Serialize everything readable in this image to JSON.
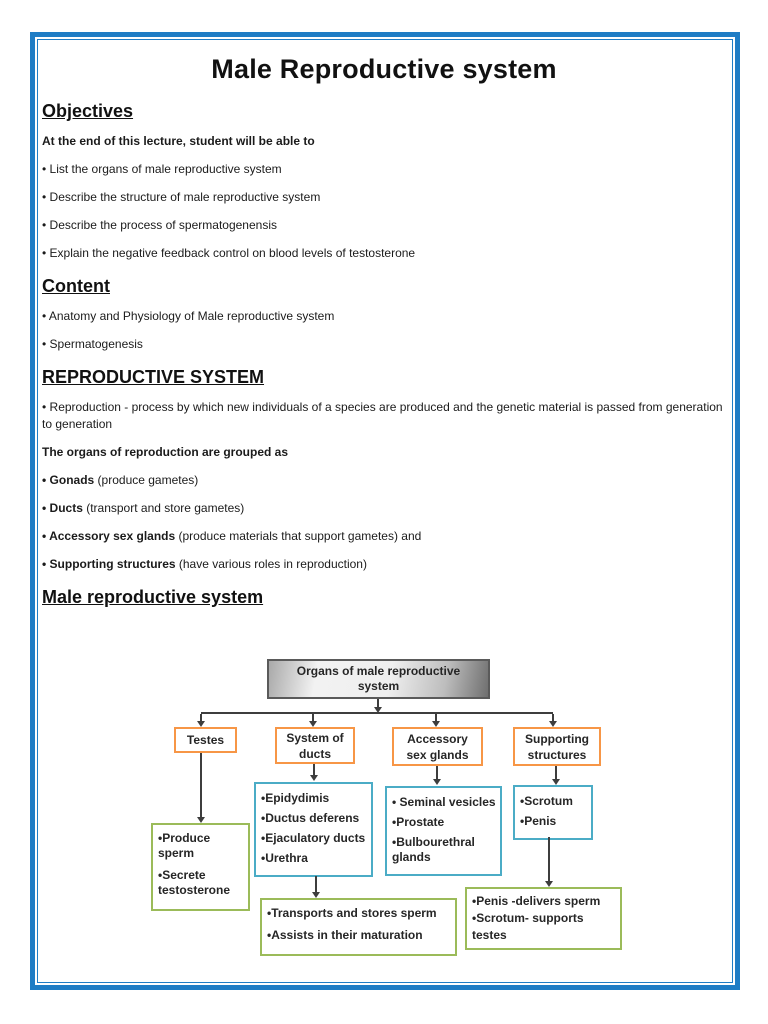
{
  "title": "Male Reproductive system",
  "objectives": {
    "heading": "Objectives",
    "intro": "At the end of this lecture, student will be able to",
    "items": [
      "• List the organs of male reproductive system",
      "• Describe the structure of male reproductive system",
      "• Describe the process of spermatogenensis",
      "• Explain the negative feedback control on blood levels of testosterone"
    ]
  },
  "content_section": {
    "heading": "Content",
    "items": [
      "• Anatomy and Physiology of Male reproductive system",
      "• Spermatogenesis"
    ]
  },
  "reproductive_system": {
    "heading": "REPRODUCTIVE SYSTEM",
    "definition": "• Reproduction - process by which new individuals of a species are produced and the genetic material is passed from generation to generation",
    "grouped_intro": "The organs of reproduction are grouped as",
    "groups": [
      {
        "lead": "• Gonads",
        "rest": " (produce gametes)"
      },
      {
        "lead": "• Ducts",
        "rest": " (transport and store gametes)"
      },
      {
        "lead": "• Accessory sex glands",
        "rest": " (produce materials that support gametes) and"
      },
      {
        "lead": "• Supporting structures",
        "rest": " (have various roles in reproduction)"
      }
    ]
  },
  "male_repro": {
    "heading": "Male reproductive system"
  },
  "diagram": {
    "root_label": "Organs of male reproductive system",
    "categories": [
      {
        "label": "Testes"
      },
      {
        "label": "System of ducts"
      },
      {
        "label": "Accessory sex glands"
      },
      {
        "label": "Supporting structures"
      }
    ],
    "testes_functions": {
      "items": [
        "•Produce sperm",
        "•Secrete testosterone"
      ]
    },
    "ducts_list": {
      "items": [
        "•Epidydimis",
        "•Ductus deferens",
        "•Ejaculatory ducts",
        "•Urethra"
      ]
    },
    "accessory_list": {
      "items": [
        "• Seminal vesicles",
        "•Prostate",
        "•Bulbourethral glands"
      ]
    },
    "supporting_list": {
      "items": [
        "•Scrotum",
        "•Penis"
      ]
    },
    "ducts_functions": {
      "items": [
        "•Transports and stores sperm",
        "•Assists in their maturation"
      ]
    },
    "supporting_functions": {
      "items": [
        "•Penis -delivers sperm",
        "•Scrotum- supports testes"
      ]
    }
  },
  "colors": {
    "frame_blue": "#1f7dc5",
    "category_orange": "#f79646",
    "list_blue": "#4bacc6",
    "function_green": "#9bbb59",
    "connector_gray": "#3d3d3d"
  }
}
